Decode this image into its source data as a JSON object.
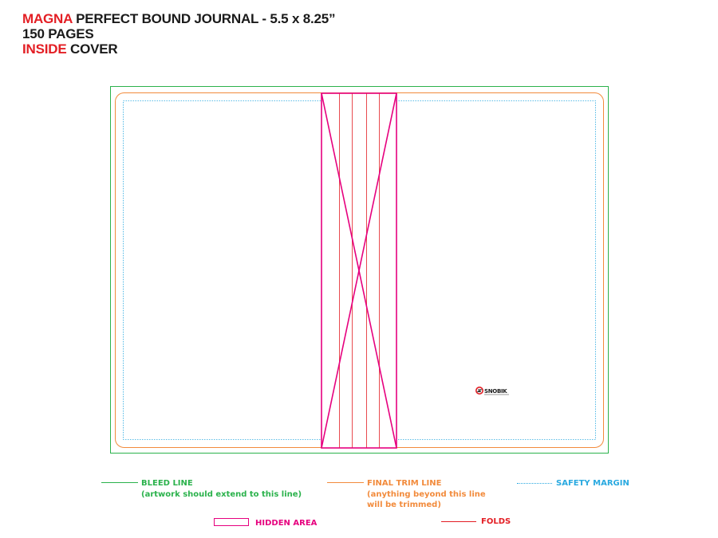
{
  "header": {
    "line1_highlight": "MAGNA",
    "line1_rest": " PERFECT BOUND JOURNAL - 5.5 x 8.25”",
    "line2": "150 PAGES",
    "line3_highlight": "INSIDE",
    "line3_rest": " COVER"
  },
  "logo": {
    "text": "SNOBIK"
  },
  "legend": {
    "bleed": {
      "title": "BLEED LINE",
      "note": "(artwork should extend to this line)",
      "color": "#2bb24c"
    },
    "trim": {
      "title": "FINAL TRIM LINE",
      "note1": "(anything beyond this line",
      "note2": "will be trimmed)",
      "color": "#f28b3c"
    },
    "safety": {
      "title": "SAFETY MARGIN",
      "color": "#29a9e0"
    },
    "hidden": {
      "title": "HIDDEN AREA",
      "color": "#e6007e"
    },
    "folds": {
      "title": "FOLDS",
      "color": "#e31e24"
    }
  }
}
